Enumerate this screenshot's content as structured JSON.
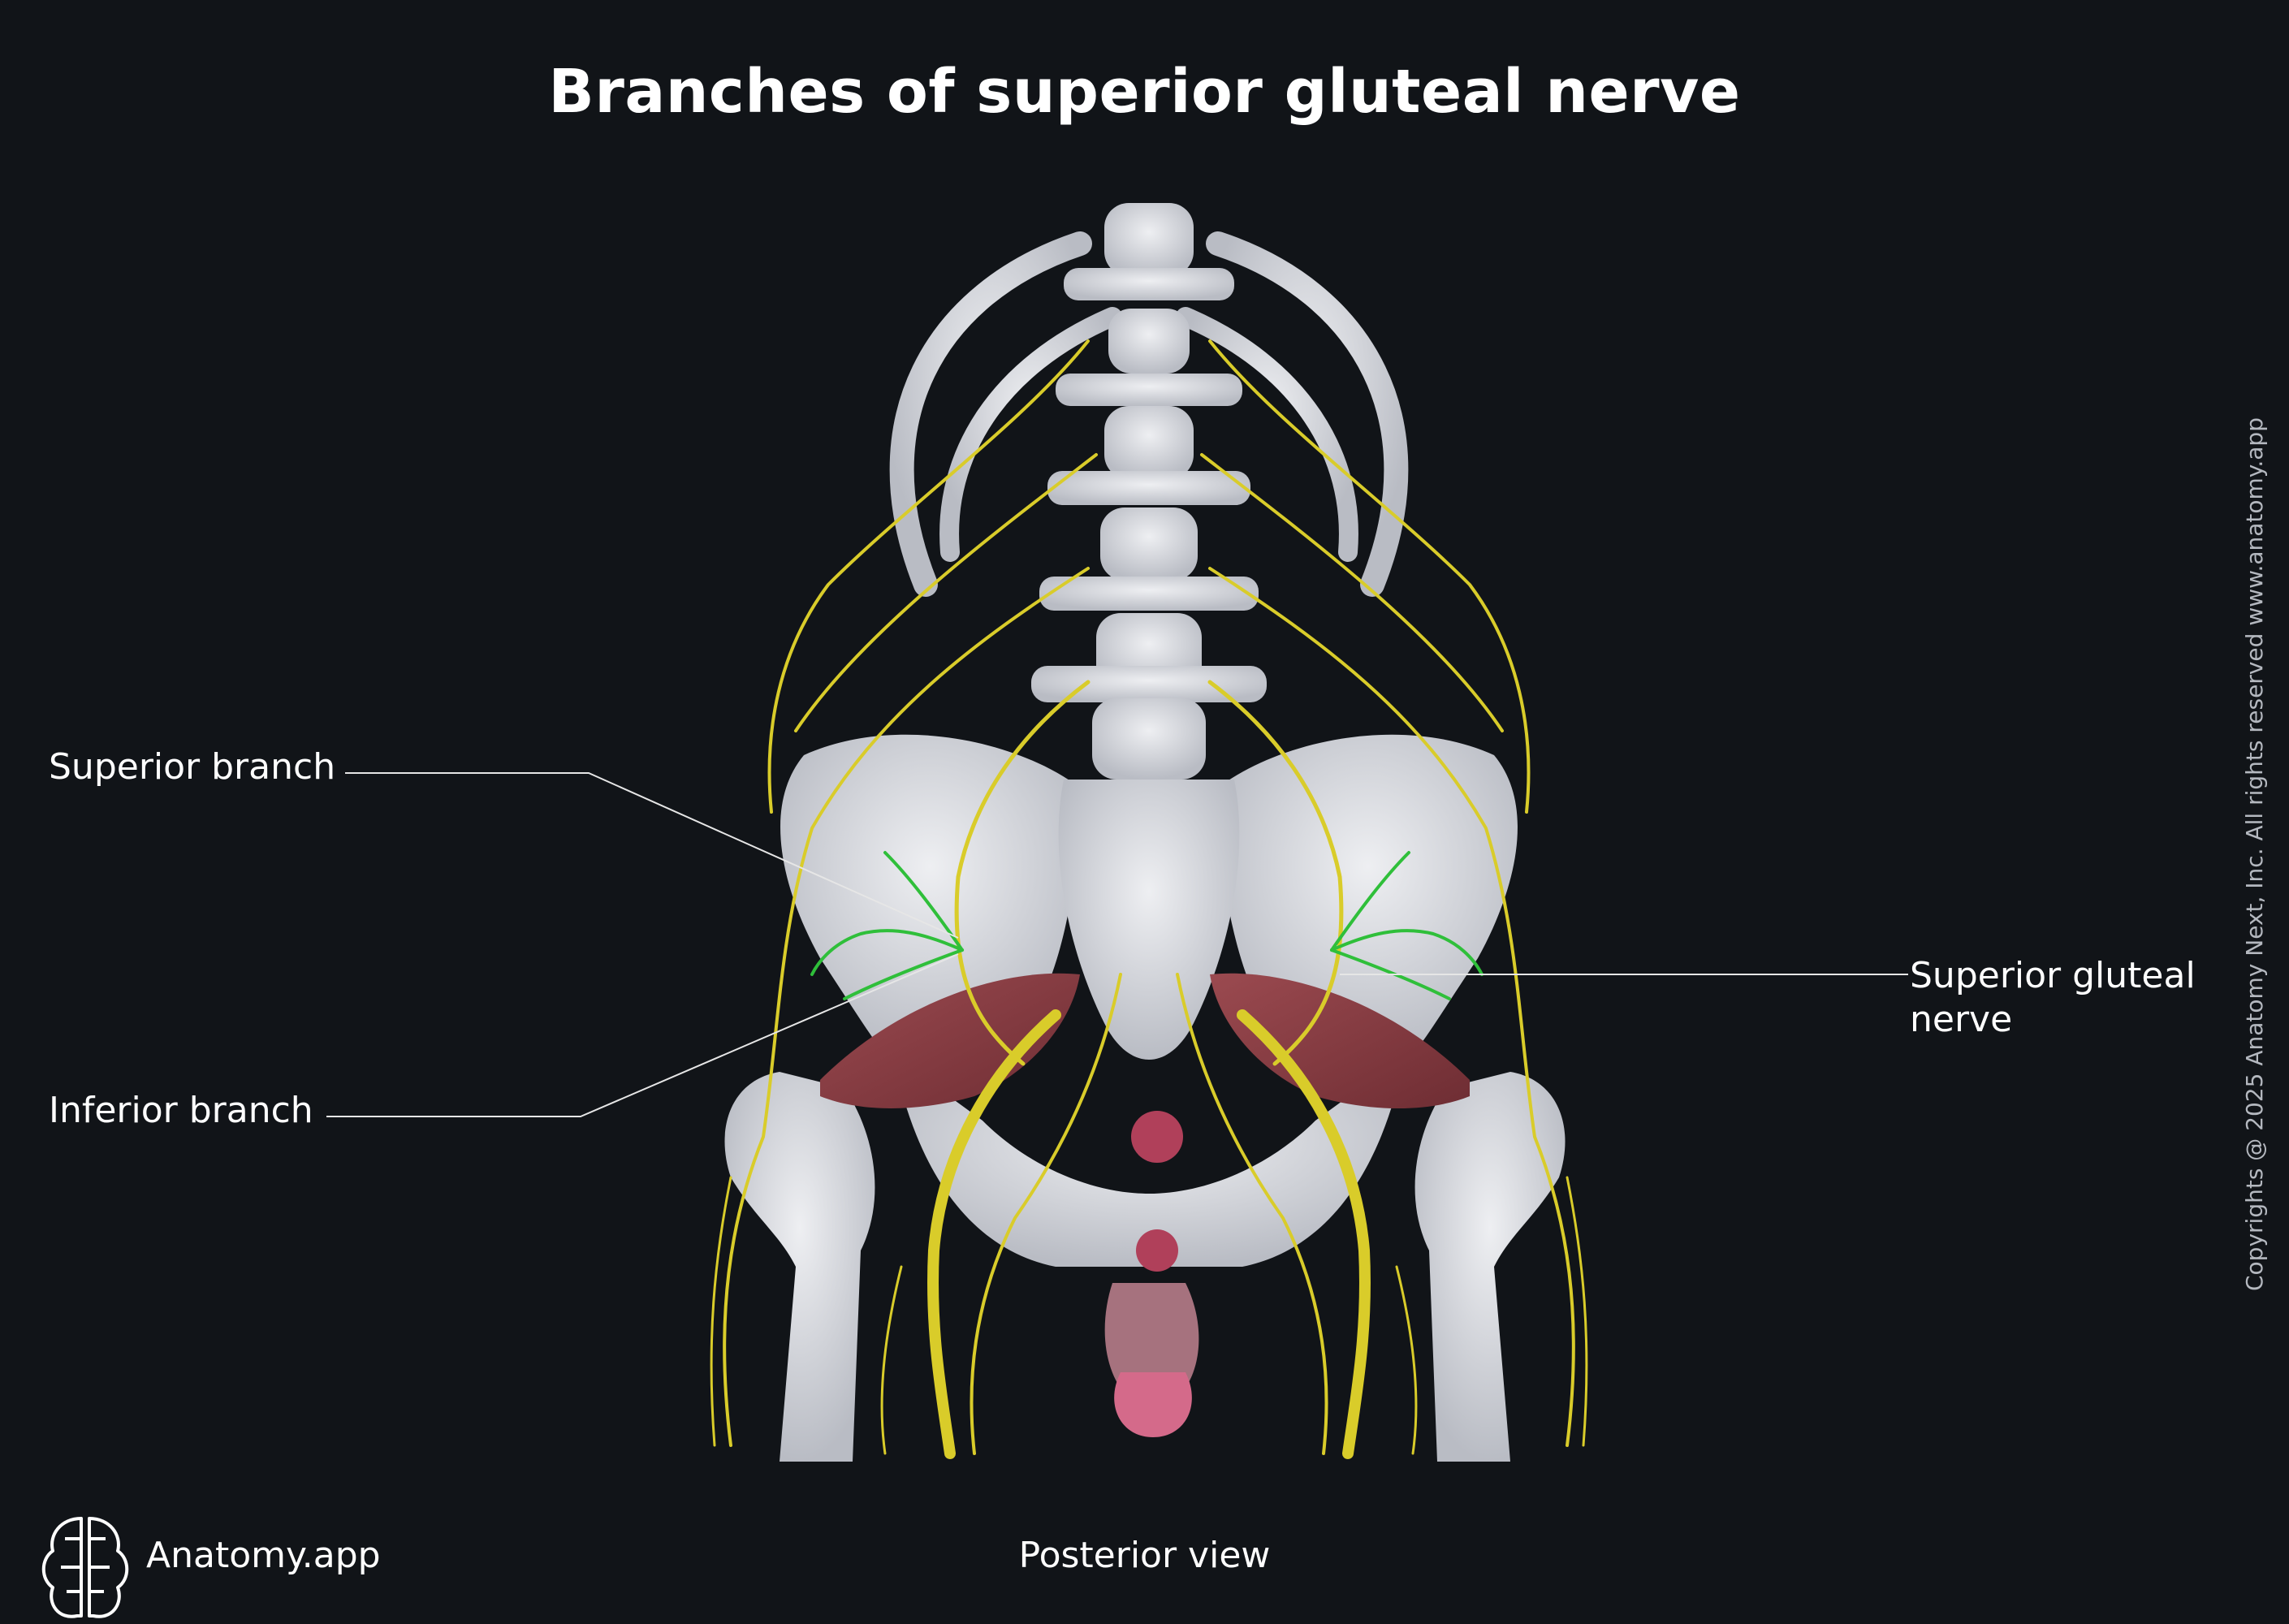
{
  "title": "Branches of superior gluteal nerve",
  "labels": {
    "superior_branch": "Superior branch",
    "inferior_branch": "Inferior branch",
    "superior_gluteal_nerve_line1": "Superior gluteal",
    "superior_gluteal_nerve_line2": "nerve"
  },
  "view_caption": "Posterior view",
  "brand": "Anatomy.app",
  "copyright": "Copyrights @ 2025 Anatomy Next, Inc. All rights reserved www.anatomy.app",
  "colors": {
    "background": "#111418",
    "bone": "#dcdde2",
    "nerve": "#d9cc2a",
    "highlighted_nerve": "#2fbf3a",
    "muscle": "#8a3e44",
    "leader_line": "#e6e6e6"
  }
}
